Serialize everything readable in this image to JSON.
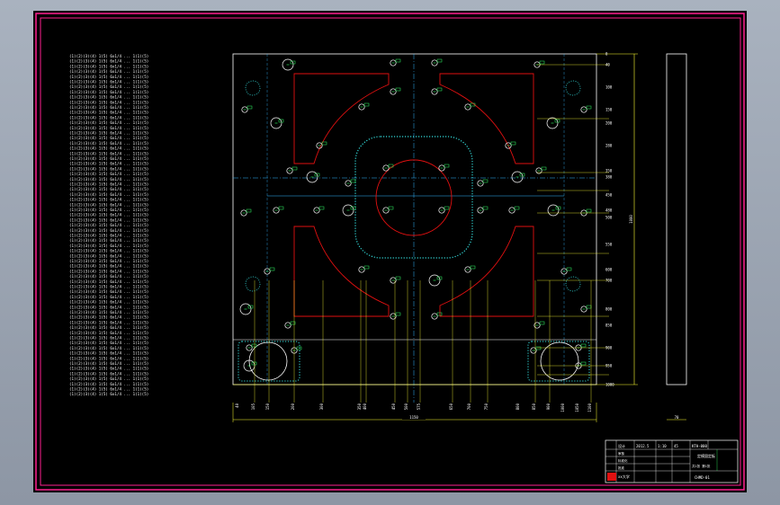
{
  "app": {
    "canvas_background": "#000000",
    "frame_color": "#ff1f8f",
    "geometry_color": "#ffffff",
    "slot_color": "#e01010",
    "hole_label_color": "#33ff66",
    "dim_line_color": "#ffff33",
    "centerline_color": "#33b5ff",
    "dotted_color": "#33dddd"
  },
  "notes": {
    "lines": [
      "(1)(2)(3)(4) 1(5) 6x1/4 ... 1(1)(5)",
      "(1)(2)(3)(4) 1(5) 6x1/4 ... 1(1)(5)",
      "(1)(2)(3)(4) 1(5) 6x1/4 ... 1(1)(5)",
      "(1)(2)(3)(4) 1(5) 6x1/4 ... 1(1)(5)",
      "(1)(2)(3)(4) 1(5) 6x1/4 ... 1(1)(5)",
      "(1)(2)(3)(4) 1(5) 6x1/4 ... 1(1)(5)",
      "(1)(2)(3)(4) 1(5) 6x1/4 ... 1(1)(5)",
      "(1)(2)(3)(4) 1(5) 6x1/4 ... 1(1)(5)",
      "(1)(2)(3)(4) 1(5) 6x1/4 ... 1(1)(5)",
      "(1)(2)(3)(4) 1(5) 6x1/4 ... 1(1)(5)",
      "(1)(2)(3)(4) 1(5) 6x1/4 ... 1(1)(5)",
      "(1)(2)(3)(4) 1(5) 6x1/4 ... 1(1)(5)",
      "(1)(2)(3)(4) 1(5) 6x1/4 ... 1(1)(5)",
      "(1)(2)(3)(4) 1(5) 6x1/4 ... 1(1)(5)",
      "(1)(2)(3)(4) 1(5) 6x1/4 ... 1(1)(5)",
      "(1)(2)(3)(4) 1(5) 6x1/4 ... 1(1)(5)",
      "(1)(2)(3)(4) 1(5) 6x1/4 ... 1(1)(5)",
      "(1)(2)(3)(4) 1(5) 6x1/4 ... 1(1)(5)",
      "(1)(2)(3)(4) 1(5) 6x1/4 ... 1(1)(5)",
      "(1)(2)(3)(4) 1(5) 6x1/4 ... 1(1)(5)",
      "(1)(2)(3)(4) 1(5) 6x1/4 ... 1(1)(5)",
      "(1)(2)(3)(4) 1(5) 6x1/4 ... 1(1)(5)",
      "(1)(2)(3)(4) 1(5) 6x1/4 ... 1(1)(5)",
      "(1)(2)(3)(4) 1(5) 6x1/4 ... 1(1)(5)",
      "(1)(2)(3)(4) 1(5) 6x1/4 ... 1(1)(5)",
      "(1)(2)(3)(4) 1(5) 6x1/4 ... 1(1)(5)",
      "(1)(2)(3)(4) 1(5) 6x1/4 ... 1(1)(5)",
      "(1)(2)(3)(4) 1(5) 6x1/4 ... 1(1)(5)",
      "(1)(2)(3)(4) 1(5) 6x1/4 ... 1(1)(5)",
      "(1)(2)(3)(4) 1(5) 6x1/4 ... 1(1)(5)",
      "(1)(2)(3)(4) 1(5) 6x1/4 ... 1(1)(5)",
      "(1)(2)(3)(4) 1(5) 6x1/4 ... 1(1)(5)",
      "(1)(2)(3)(4) 1(5) 6x1/4 ... 1(1)(5)",
      "(1)(2)(3)(4) 1(5) 6x1/4 ... 1(1)(5)",
      "(1)(2)(3)(4) 1(5) 6x1/4 ... 1(1)(5)",
      "(1)(2)(3)(4) 1(5) 6x1/4 ... 1(1)(5)",
      "(1)(2)(3)(4) 1(5) 6x1/4 ... 1(1)(5)",
      "(1)(2)(3)(4) 1(5) 6x1/4 ... 1(1)(5)",
      "(1)(2)(3)(4) 1(5) 6x1/4 ... 1(1)(5)",
      "(1)(2)(3)(4) 1(5) 6x1/4 ... 1(1)(5)",
      "(1)(2)(3)(4) 1(5) 6x1/4 ... 1(1)(5)",
      "(1)(2)(3)(4) 1(5) 6x1/4 ... 1(1)(5)",
      "(1)(2)(3)(4) 1(5) 6x1/4 ... 1(1)(5)",
      "(1)(2)(3)(4) 1(5) 6x1/4 ... 1(1)(5)",
      "(1)(2)(3)(4) 1(5) 6x1/4 ... 1(1)(5)",
      "(1)(2)(3)(4) 1(5) 6x1/4 ... 1(1)(5)",
      "(1)(2)(3)(4) 1(5) 6x1/4 ... 1(1)(5)",
      "(1)(2)(3)(4) 1(5) 6x1/4 ... 1(1)(5)",
      "(1)(2)(3)(4) 1(5) 6x1/4 ... 1(1)(5)",
      "(1)(2)(3)(4) 1(5) 6x1/4 ... 1(1)(5)",
      "(1)(2)(3)(4) 1(5) 6x1/4 ... 1(1)(5)",
      "(1)(2)(3)(4) 1(5) 6x1/4 ... 1(1)(5)",
      "(1)(2)(3)(4) 1(5) 6x1/4 ... 1(1)(5)",
      "(1)(2)(3)(4) 1(5) 6x1/4 ... 1(1)(5)",
      "(1)(2)(3)(4) 1(5) 6x1/4 ... 1(1)(5)",
      "(1)(2)(3)(4) 1(5) 6x1/4 ... 1(1)(5)",
      "(1)(2)(3)(4) 1(5) 6x1/4 ... 1(1)(5)",
      "(1)(2)(3)(4) 1(5) 6x1/4 ... 1(1)(5)",
      "(1)(2)(3)(4) 1(5) 6x1/4 ... 1(1)(5)",
      "(1)(2)(3)(4) 1(5) 6x1/4 ... 1(1)(5)",
      "(1)(2)(3)(4) 1(5) 6x1/4 ... 1(1)(5)",
      "(1)(2)(3)(4) 1(5) 6x1/4 ... 1(1)(5)",
      "(1)(2)(3)(4) 1(5) 6x1/4 ... 1(1)(5)",
      "(1)(2)(3)(4) 1(5) 6x1/4 ... 1(1)(5)",
      "(1)(2)(3)(4) 1(5) 6x1/4 ... 1(1)(5)",
      "(1)(2)(3)(4) 1(5) 6x1/4 ... 1(1)(5)",
      "(1)(2)(3)(4) 1(5) 6x1/4 ... 1(1)(5)"
    ]
  },
  "dims": {
    "width_total": "1150",
    "height_total": "1000",
    "side_width": "70",
    "bottom_marks": [
      "40",
      "105",
      "150",
      "200",
      "300",
      "350",
      "400",
      "450",
      "500",
      "575",
      "650",
      "700",
      "750",
      "800",
      "850",
      "900",
      "1000",
      "1050",
      "1100"
    ],
    "right_marks": [
      "0",
      "40",
      "100",
      "150",
      "200",
      "280",
      "350",
      "380",
      "450",
      "480",
      "500",
      "550",
      "600",
      "700",
      "800",
      "850",
      "900",
      "950",
      "1000"
    ]
  },
  "title_block": {
    "school": "xx大学",
    "drawing_no": "KTH-000",
    "part_title": "定模固定板",
    "scale": "1:10",
    "material": "45",
    "sheet": "共1张 第1张",
    "designer": "设计",
    "checker": "审核",
    "standard": "标准化",
    "approve": "批准",
    "date": "2012.5",
    "code": "CHMD-01"
  }
}
